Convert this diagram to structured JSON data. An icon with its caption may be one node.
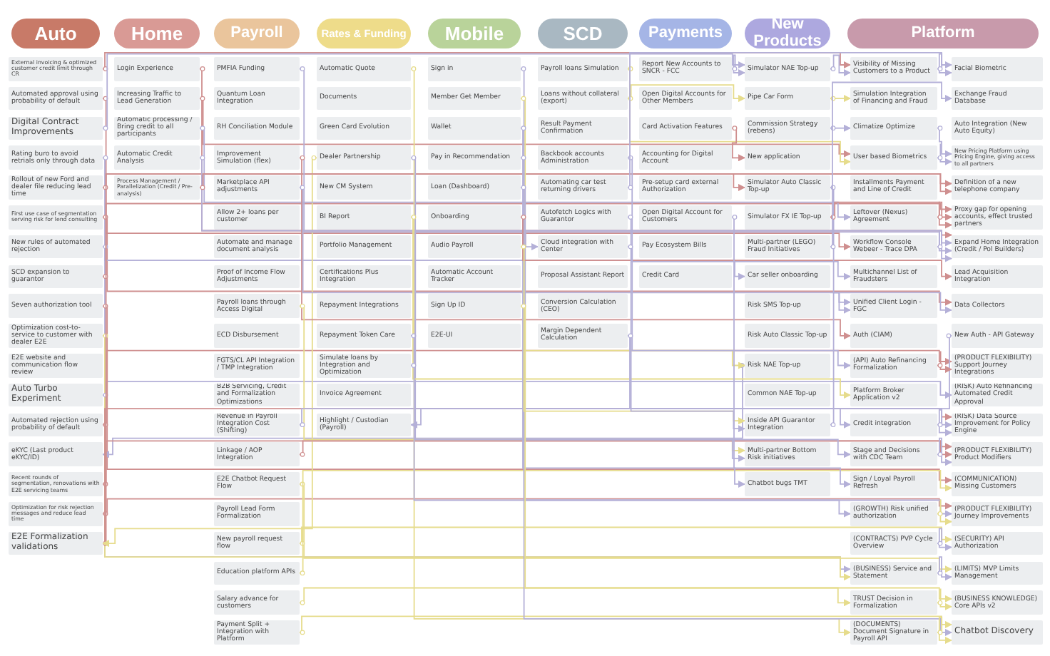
{
  "diagram": {
    "nodes": [
      {
        "text": [
          "Auto"
        ]
      },
      {
        "text": [
          "External invoicing & optimized customer credit limit through CR"
        ]
      },
      {
        "text": [
          "Automated approval using probability of default"
        ]
      },
      {
        "text": [
          "Digital Contract Improvements"
        ]
      },
      {
        "text": [
          "Rating buro to avoid retrials only through data"
        ]
      },
      {
        "text": [
          "Rollout of new Ford and dealer file reducing lead time"
        ]
      },
      {
        "text": [
          "First use case of segmentation serving risk for lend consulting"
        ]
      },
      {
        "text": [
          "New rules of automated rejection"
        ]
      },
      {
        "text": [
          "SCD expansion to guarantor"
        ]
      },
      {
        "text": [
          "Seven authorization tool"
        ]
      },
      {
        "text": [
          "Optimization cost-to-service to customer with dealer E2E"
        ]
      },
      {
        "text": [
          "E2E website and communication flow review"
        ]
      },
      {
        "text": [
          "Auto Turbo Experiment"
        ]
      },
      {
        "text": [
          "Automated rejection using probability of default"
        ]
      },
      {
        "text": [
          "eKYC (Last product eKYC/ID)"
        ]
      },
      {
        "text": [
          "Recent rounds of segmentation, renovations with E2E servicing teams"
        ]
      },
      {
        "text": [
          "Optimization for risk rejection messages and reduce lead time"
        ]
      },
      {
        "text": [
          "E2E Formalization validations"
        ]
      },
      {
        "text": [
          "Home"
        ]
      },
      {
        "text": [
          "Login Experience"
        ]
      },
      {
        "text": [
          "Increasing Traffic to Lead Generation"
        ]
      },
      {
        "text": [
          "Automatic processing / Bring credit to all participants"
        ]
      },
      {
        "text": [
          "Automatic Credit Analysis"
        ]
      },
      {
        "text": [
          "Process Management / Parallelization (Credit / Pre-analysis)"
        ]
      },
      {
        "text": [
          "Payroll"
        ]
      },
      {
        "text": [
          "PMFIA Funding"
        ]
      },
      {
        "text": [
          "Quantum Loan Integration"
        ]
      },
      {
        "text": [
          "RH Conciliation Module"
        ]
      },
      {
        "text": [
          "Improvement Simulation (flex)"
        ]
      },
      {
        "text": [
          "Marketplace API adjustments"
        ]
      },
      {
        "text": [
          "Allow 2+ loans per customer"
        ]
      },
      {
        "text": [
          "Automate and manage document analysis"
        ]
      },
      {
        "text": [
          "Proof of Income Flow Adjustments"
        ]
      },
      {
        "text": [
          "Payroll loans through Access Digital"
        ]
      },
      {
        "text": [
          "ECD Disbursement"
        ]
      },
      {
        "text": [
          "FGTS/CL API Integration / TMP Integration"
        ]
      },
      {
        "text": [
          "B2B Servicing, Credit and Formalization Optimizations"
        ]
      },
      {
        "text": [
          "Revenue in Payroll Integration Cost (Shifting)"
        ]
      },
      {
        "text": [
          "Linkage / AOP Integration"
        ]
      },
      {
        "text": [
          "E2E Chatbot Request Flow"
        ]
      },
      {
        "text": [
          "Payroll Lead Form Formalization"
        ]
      },
      {
        "text": [
          "New payroll request flow"
        ]
      },
      {
        "text": [
          "Education platform APIs"
        ]
      },
      {
        "text": [
          "Salary advance for customers"
        ]
      },
      {
        "text": [
          "Payment Split + Integration with Platform"
        ]
      },
      {
        "text": [
          "Rates & Funding"
        ]
      },
      {
        "text": [
          "Automatic Quote"
        ]
      },
      {
        "text": [
          "Documents"
        ]
      },
      {
        "text": [
          "Green Card Evolution"
        ]
      },
      {
        "text": [
          "Dealer Partnership"
        ]
      },
      {
        "text": [
          "New CM System"
        ]
      },
      {
        "text": [
          "BI Report"
        ]
      },
      {
        "text": [
          "Portfolio Management"
        ]
      },
      {
        "text": [
          "Certifications Plus Integration"
        ]
      },
      {
        "text": [
          "Repayment Integrations"
        ]
      },
      {
        "text": [
          "Repayment Token Care"
        ]
      },
      {
        "text": [
          "Simulate loans by Integration and Optimization"
        ]
      },
      {
        "text": [
          "Invoice Agreement"
        ]
      },
      {
        "text": [
          "Highlight / Custodian (Payroll)"
        ]
      },
      {
        "text": [
          "Mobile"
        ]
      },
      {
        "text": [
          "Sign in"
        ]
      },
      {
        "text": [
          "Member Get Member"
        ]
      },
      {
        "text": [
          "Wallet"
        ]
      },
      {
        "text": [
          "Pay in Recommendation"
        ]
      },
      {
        "text": [
          "Loan (Dashboard)"
        ]
      },
      {
        "text": [
          "Onboarding"
        ]
      },
      {
        "text": [
          "Audio Payroll"
        ]
      },
      {
        "text": [
          "Automatic Account Tracker"
        ]
      },
      {
        "text": [
          "Sign Up ID"
        ]
      },
      {
        "text": [
          "E2E-UI"
        ]
      },
      {
        "text": [
          "SCD"
        ]
      },
      {
        "text": [
          "Payroll loans Simulation"
        ]
      },
      {
        "text": [
          "Loans without collateral (export)"
        ]
      },
      {
        "text": [
          "Result Payment Confirmation"
        ]
      },
      {
        "text": [
          "Backbook accounts Administration"
        ]
      },
      {
        "text": [
          "Automating car test returning drivers"
        ]
      },
      {
        "text": [
          "Autofetch Logics with Guarantor"
        ]
      },
      {
        "text": [
          "Cloud integration with Center"
        ]
      },
      {
        "text": [
          "Proposal Assistant Report"
        ]
      },
      {
        "text": [
          "Conversion Calculation (CEO)"
        ]
      },
      {
        "text": [
          "Margin Dependent Calculation"
        ]
      },
      {
        "text": [
          "Payments"
        ]
      },
      {
        "text": [
          "Report New Accounts to SNCR - FCC"
        ]
      },
      {
        "text": [
          "Open Digital Accounts for Other Members"
        ]
      },
      {
        "text": [
          "Card Activation Features"
        ]
      },
      {
        "text": [
          "Accounting for Digital Account"
        ]
      },
      {
        "text": [
          "Pre-setup card external Authorization"
        ]
      },
      {
        "text": [
          "Open Digital Account for Customers"
        ]
      },
      {
        "text": [
          "Pay Ecosystem Bills"
        ]
      },
      {
        "text": [
          "Credit Card"
        ]
      },
      {
        "text": [
          "New Products"
        ]
      },
      {
        "text": [
          "Simulator NAE Top-up"
        ]
      },
      {
        "text": [
          "Pipe Car Form"
        ]
      },
      {
        "text": [
          "Commission Strategy (rebens)"
        ]
      },
      {
        "text": [
          "New application"
        ]
      },
      {
        "text": [
          "Simulator Auto Classic Top-up"
        ]
      },
      {
        "text": [
          "Simulator FX IE Top-up"
        ]
      },
      {
        "text": [
          "Multi-partner (LEGO) Fraud Initiatives"
        ]
      },
      {
        "text": [
          "Car seller onboarding"
        ]
      },
      {
        "text": [
          "Risk SMS Top-up"
        ]
      },
      {
        "text": [
          "Risk Auto Classic Top-up"
        ]
      },
      {
        "text": [
          "Risk NAE Top-up"
        ]
      },
      {
        "text": [
          "Common NAE Top-up"
        ]
      },
      {
        "text": [
          "Inside API Guarantor Integration"
        ]
      },
      {
        "text": [
          "Multi-partner Bottom Risk initiatives"
        ]
      },
      {
        "text": [
          "Chatbot bugs TMT"
        ]
      },
      {
        "text": [
          "Platform"
        ]
      },
      {
        "text": [
          "Visibility of Missing Customers to a Product"
        ]
      },
      {
        "text": [
          "Simulation Integration of Financing and Fraud"
        ]
      },
      {
        "text": [
          "Climatize Optimize"
        ]
      },
      {
        "text": [
          "User based Biometrics"
        ]
      },
      {
        "text": [
          "Installments Payment and Line of Credit"
        ]
      },
      {
        "text": [
          "Leftover (Nexus) Agreement"
        ]
      },
      {
        "text": [
          "Workflow Console Webeer - Trace DPA"
        ]
      },
      {
        "text": [
          "Multichannel List of Fraudsters"
        ]
      },
      {
        "text": [
          "Unified Client Login - FGC"
        ]
      },
      {
        "text": [
          "Auth (CIAM)"
        ]
      },
      {
        "text": [
          "(API) Auto Refinancing Formalization"
        ]
      },
      {
        "text": [
          "Platform Broker Application v2"
        ]
      },
      {
        "text": [
          "Credit integration"
        ]
      },
      {
        "text": [
          "Stage and Decisions with CDC Team"
        ]
      },
      {
        "text": [
          "Sign / Loyal Payroll Refresh"
        ]
      },
      {
        "text": [
          "(GROWTH) Risk unified authorization"
        ]
      },
      {
        "text": [
          "(CONTRACTS) PVP Cycle Overview"
        ]
      },
      {
        "text": [
          "(BUSINESS) Service and Statement"
        ]
      },
      {
        "text": [
          "TRUST Decision in Formalization"
        ]
      },
      {
        "text": [
          "(DOCUMENTS) Document Signature in Payroll API"
        ]
      },
      {
        "text": [
          "Facial Biometric"
        ]
      },
      {
        "text": [
          "Exchange Fraud Database"
        ]
      },
      {
        "text": [
          "Auto Integration (New Auto Equity)"
        ]
      },
      {
        "text": [
          "New Pricing Platform using Pricing Engine, giving access to all partners"
        ]
      },
      {
        "text": [
          "Definition of a new telephone company"
        ]
      },
      {
        "text": [
          "Proxy gap for opening accounts, effect trusted partners"
        ]
      },
      {
        "text": [
          "Expand Home Integration (Credit / Pol Builders)"
        ]
      },
      {
        "text": [
          "Lead Acquisition Integration"
        ]
      },
      {
        "text": [
          "Data Collectors"
        ]
      },
      {
        "text": [
          "New Auth - API Gateway"
        ]
      },
      {
        "text": [
          "(PRODUCT FLEXIBILITY) Support Journey Integrations"
        ]
      },
      {
        "text": [
          "(RISK) Auto Refinancing Automated Credit Approval"
        ]
      },
      {
        "text": [
          "(RISK) Data Source Improvement for Policy Engine"
        ]
      },
      {
        "text": [
          "(PRODUCT FLEXIBILITY) Product Modifiers"
        ]
      },
      {
        "text": [
          "(COMMUNICATION) Missing Customers"
        ]
      },
      {
        "text": [
          "(PRODUCT FLEXIBILITY) Journey Improvements"
        ]
      },
      {
        "text": [
          "(SECURITY) API Authorization"
        ]
      },
      {
        "text": [
          "(LIMITS) MVP Limits Management"
        ]
      },
      {
        "text": [
          "(BUSINESS KNOWLEDGE) Core APIs v2"
        ]
      },
      {
        "text": [
          "Chatbot Discovery"
        ]
      }
    ],
    "edges": [
      {
        "from": 1,
        "to": 107,
        "arrow": "to",
        "color": "#cf8f8f"
      },
      {
        "from": 2,
        "to": 113,
        "arrow": "to",
        "color": "#cf8f8f"
      },
      {
        "from": 3,
        "to": 91,
        "arrow": "to"
      },
      {
        "from": 4,
        "to": 124,
        "arrow": "to"
      },
      {
        "from": 5,
        "to": 95,
        "arrow": "to",
        "color": "#cf8f8f"
      },
      {
        "from": 6,
        "to": 135,
        "arrow": "to",
        "color": "#cf8f8f"
      },
      {
        "from": 7,
        "to": 98,
        "arrow": "to"
      },
      {
        "from": 8,
        "to": 132,
        "arrow": "to",
        "color": "#cf8f8f"
      },
      {
        "from": 9,
        "to": 141,
        "arrow": "to",
        "color": "#cf8f8f"
      },
      {
        "from": 10,
        "to": 124,
        "arrow": "to",
        "color": "#e6dc8c"
      },
      {
        "from": 12,
        "to": 138,
        "arrow": "to"
      },
      {
        "from": 13,
        "to": 137,
        "arrow": "to",
        "color": "#cf8f8f"
      },
      {
        "from": 101,
        "to": 14,
        "arrow": "to"
      },
      {
        "from": 15,
        "to": 140,
        "arrow": "to",
        "color": "#cf8f8f"
      },
      {
        "from": 16,
        "to": 142,
        "arrow": "to",
        "color": "#cf8f8f"
      },
      {
        "from": 17,
        "to": 139,
        "arrow": "to",
        "color": "#cf8f8f"
      },
      {
        "from": 17,
        "to": 131,
        "arrow": "to",
        "color": "#cf8f8f"
      },
      {
        "from": 49,
        "to": 17,
        "arrow": "to",
        "color": "#e6dc8c"
      },
      {
        "from": 19,
        "to": 133,
        "arrow": "to",
        "color": "#cf8f8f"
      },
      {
        "from": 20,
        "to": 110,
        "arrow": "to",
        "color": "#cf8f8f"
      },
      {
        "from": 21,
        "to": 112,
        "arrow": "to"
      },
      {
        "from": 22,
        "to": 133,
        "arrow": "to"
      },
      {
        "from": 23,
        "to": 131,
        "arrow": "to",
        "color": "#cf8f8f"
      },
      {
        "from": 25,
        "to": 133,
        "arrow": "to"
      },
      {
        "from": 28,
        "to": 116,
        "arrow": "to",
        "color": "#cf8f8f"
      },
      {
        "from": 29,
        "to": 115,
        "arrow": "to"
      },
      {
        "from": 33,
        "to": 104,
        "arrow": "to",
        "color": "#e6dc8c"
      },
      {
        "from": 37,
        "to": 139,
        "arrow": "to"
      },
      {
        "from": 38,
        "to": 140,
        "arrow": "to",
        "color": "#cf8f8f"
      },
      {
        "from": 39,
        "to": 144,
        "arrow": "to",
        "color": "#e6dc8c"
      },
      {
        "from": 41,
        "to": 143,
        "arrow": "to",
        "color": "#e6dc8c"
      },
      {
        "from": 42,
        "to": 141,
        "arrow": "to",
        "color": "#e6dc8c"
      },
      {
        "from": 43,
        "to": 145,
        "arrow": "to",
        "color": "#e6dc8c"
      },
      {
        "from": 44,
        "to": 146,
        "arrow": "to",
        "color": "#e6dc8c"
      },
      {
        "from": 46,
        "to": 126,
        "arrow": "to",
        "color": "#e6dc8c"
      },
      {
        "from": 49,
        "to": 120,
        "arrow": "to"
      },
      {
        "from": 51,
        "to": 118,
        "arrow": "to",
        "color": "#e6dc8c"
      },
      {
        "from": 55,
        "to": 142,
        "arrow": "to"
      },
      {
        "from": 56,
        "to": 77,
        "arrow": "to"
      },
      {
        "from": 136,
        "to": 58,
        "arrow": "to"
      },
      {
        "from": 60,
        "to": 146,
        "arrow": "to"
      },
      {
        "from": 61,
        "to": 101,
        "arrow": "to",
        "color": "#e6dc8c"
      },
      {
        "from": 62,
        "to": 121,
        "arrow": "to"
      },
      {
        "from": 63,
        "to": 122,
        "arrow": "to"
      },
      {
        "from": 64,
        "to": 104,
        "arrow": "to"
      },
      {
        "from": 65,
        "to": 134,
        "arrow": "to",
        "color": "#cf8f8f"
      },
      {
        "from": 66,
        "to": 103,
        "arrow": "to",
        "color": "#e6dc8c"
      },
      {
        "from": 68,
        "to": 125,
        "arrow": "to",
        "color": "#e6dc8c"
      },
      {
        "from": 71,
        "to": 110,
        "arrow": "to",
        "color": "#e6dc8c"
      },
      {
        "from": 72,
        "to": 92,
        "arrow": "to",
        "color": "#e6dc8c"
      },
      {
        "from": 74,
        "to": 117,
        "arrow": "to"
      },
      {
        "from": 75,
        "to": 127,
        "arrow": "to"
      },
      {
        "from": 76,
        "to": 103,
        "arrow": "to"
      },
      {
        "from": 77,
        "to": 114,
        "arrow": "to"
      },
      {
        "from": 80,
        "to": 119,
        "arrow": "to"
      },
      {
        "from": 82,
        "to": 91,
        "arrow": "to"
      },
      {
        "from": 84,
        "to": 94,
        "arrow": "to",
        "color": "#cf8f8f"
      },
      {
        "from": 87,
        "to": 105,
        "arrow": "to"
      },
      {
        "from": 91,
        "to": 107,
        "arrow": "to"
      },
      {
        "from": 92,
        "to": 108,
        "arrow": "to",
        "color": "#e6dc8c"
      },
      {
        "from": 93,
        "to": 109,
        "arrow": "to"
      },
      {
        "from": 95,
        "to": 115,
        "arrow": "to"
      },
      {
        "from": 96,
        "to": 132,
        "arrow": "to",
        "color": "#cf8f8f"
      },
      {
        "from": 97,
        "to": 128,
        "arrow": "to"
      },
      {
        "from": 103,
        "to": 135,
        "arrow": "to"
      },
      {
        "from": 107,
        "to": 127,
        "arrow": "to"
      },
      {
        "from": 109,
        "to": 130,
        "arrow": "to"
      },
      {
        "from": 110,
        "to": 130,
        "arrow": "to"
      },
      {
        "from": 112,
        "to": 132,
        "arrow": "to",
        "color": "#cf8f8f"
      },
      {
        "from": 113,
        "to": 133,
        "arrow": "to"
      },
      {
        "from": 117,
        "to": 137,
        "arrow": "to",
        "color": "#cf8f8f"
      },
      {
        "from": 119,
        "to": 139,
        "arrow": "to"
      },
      {
        "from": 120,
        "to": 140,
        "arrow": "to"
      },
      {
        "from": 122,
        "to": 142,
        "arrow": "to",
        "color": "#e6dc8c"
      },
      {
        "from": 123,
        "to": 143,
        "arrow": "to"
      },
      {
        "from": 124,
        "to": 144,
        "arrow": "to"
      },
      {
        "from": 125,
        "to": 145,
        "arrow": "to",
        "color": "#e6dc8c"
      },
      {
        "from": 126,
        "to": 146,
        "arrow": "to",
        "color": "#e6dc8c"
      }
    ]
  }
}
